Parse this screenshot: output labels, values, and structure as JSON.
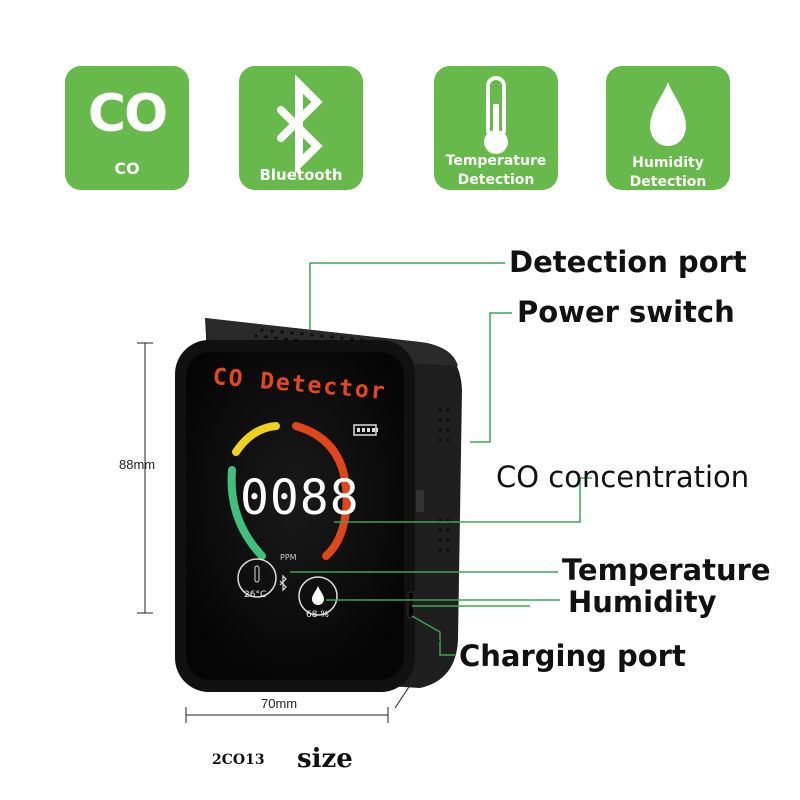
{
  "feature_badges": [
    {
      "big": "CO",
      "label": "CO"
    },
    {
      "label": "Bluetooth"
    },
    {
      "label_line1": "Temperature",
      "label_line2": "Detection"
    },
    {
      "label_line1": "Humidity",
      "label_line2": "Detection"
    }
  ],
  "device": {
    "title": "CO Detector",
    "reading": "0088",
    "unit": "PPM",
    "temperature_value": "26°C",
    "humidity_value": "68 %"
  },
  "callouts": {
    "detection_port": "Detection port",
    "power_switch": "Power switch",
    "co_concentration": "CO concentration",
    "temperature": "Temperature",
    "humidity": "Humidity",
    "charging_port": "Charging port"
  },
  "dimensions": {
    "height": "88mm",
    "width": "70mm"
  },
  "footer": {
    "model": "2CO13",
    "size_label": "size"
  },
  "colors": {
    "badge_green": "#66b94a",
    "callout_line": "#3aa556",
    "title_orange": "#e5481f",
    "arc_yellow": "#f1d21b",
    "arc_red": "#e0461c",
    "arc_green": "#41c07d"
  }
}
